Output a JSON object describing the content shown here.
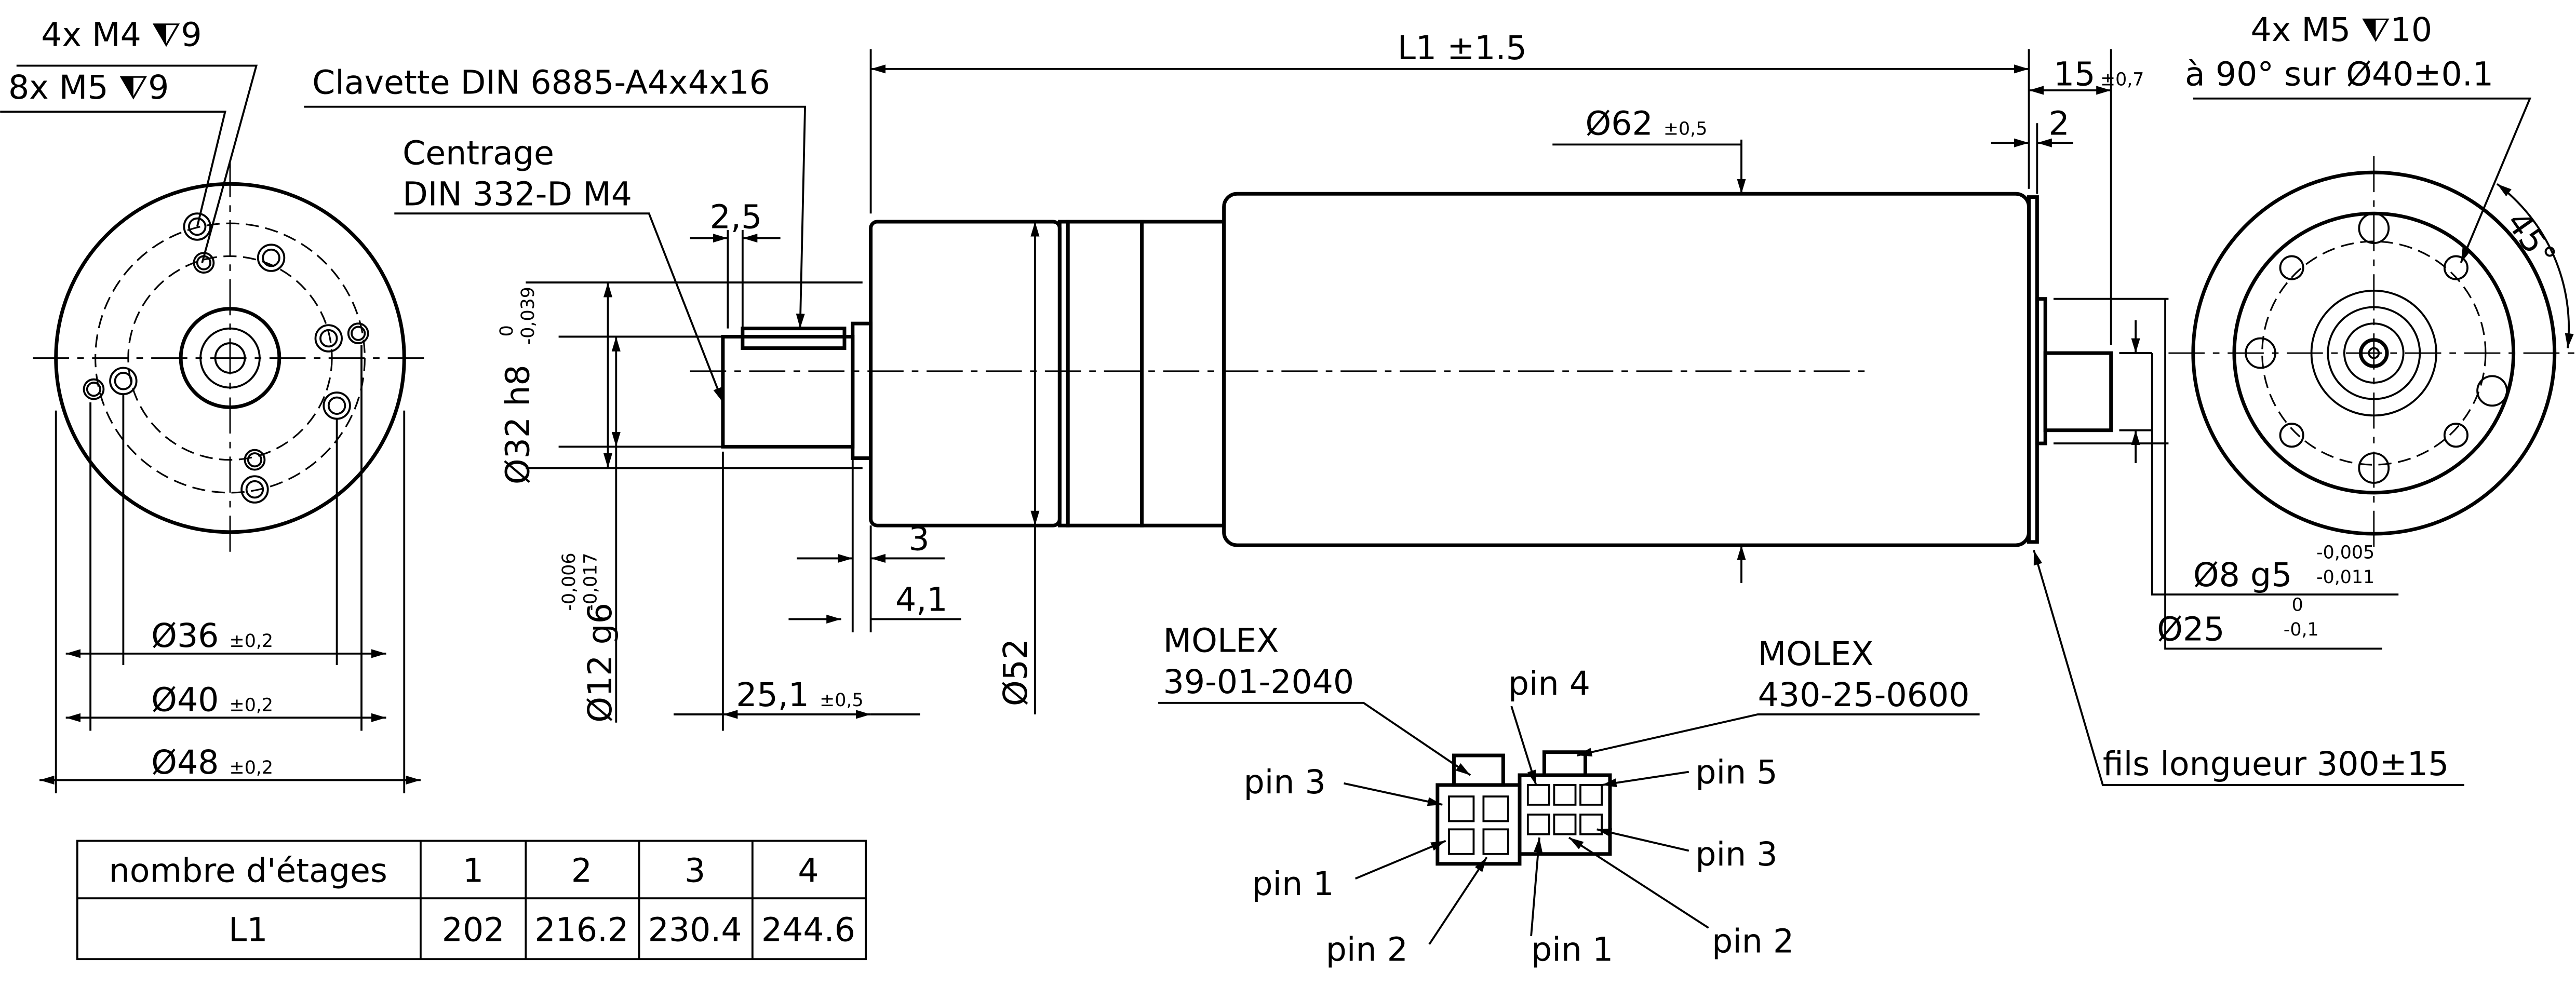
{
  "left_view": {
    "holes_m4": "4x M4 ⧨9",
    "holes_m5": "8x M5 ⧨9",
    "d36": "Ø36",
    "d36_tol": "±0,2",
    "d40": "Ø40",
    "d40_tol": "±0,2",
    "d48": "Ø48",
    "d48_tol": "±0,2"
  },
  "shaft": {
    "key": "Clavette DIN 6885-A4x4x16",
    "center_l1": "Centrage",
    "center_l2": "DIN 332-D M4",
    "dim_2_5": "2,5",
    "d32": "Ø32 h8",
    "d32_tol_up": "0",
    "d32_tol_lo": "-0,039",
    "d12": "Ø12 g6",
    "d12_tol_up": "-0,006",
    "d12_tol_lo": "-0,017",
    "dim_3": "3",
    "dim_4_1": "4,1",
    "dim_25_1": "25,1",
    "dim_25_1_tol": "±0,5",
    "d52": "Ø52"
  },
  "body": {
    "l1": "L1 ±1.5",
    "d62": "Ø62",
    "d62_tol": "±0,5",
    "dim_15": "15",
    "dim_15_tol": "±0,7",
    "dim_2": "2",
    "d8": "Ø8 g5",
    "d8_tol_up": "-0,005",
    "d8_tol_lo": "-0,011",
    "d25": "Ø25",
    "d25_tol_up": "0",
    "d25_tol_lo": "-0,1",
    "wires": "fils longueur 300±15"
  },
  "right_view": {
    "holes_l1": "4x M5 ⧨10",
    "holes_l2": "à 90° sur Ø40±0.1",
    "angle": "45°"
  },
  "connectors": {
    "molex1_l1": "MOLEX",
    "molex1_l2": "39-01-2040",
    "molex2_l1": "MOLEX",
    "molex2_l2": "430-25-0600",
    "pin3_left": "pin 3",
    "pin1_left": "pin 1",
    "pin2_left": "pin 2",
    "pin4": "pin 4",
    "pin5": "pin 5",
    "pin3_right": "pin 3",
    "pin1_right": "pin 1",
    "pin2_right": "pin 2"
  },
  "table": {
    "header": [
      "nombre d'étages",
      "1",
      "2",
      "3",
      "4"
    ],
    "row": [
      "L1",
      "202",
      "216.2",
      "230.4",
      "244.6"
    ]
  }
}
